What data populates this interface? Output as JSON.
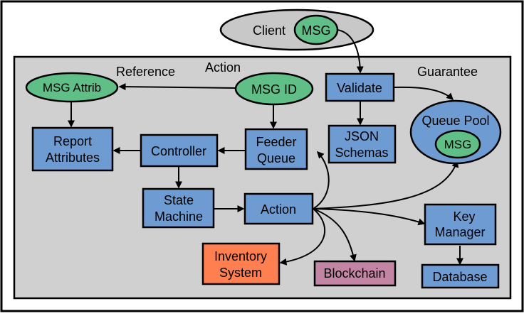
{
  "diagram": {
    "client": {
      "label": "Client",
      "msg": "MSG"
    },
    "group_labels": {
      "reference": "Reference",
      "action": "Action",
      "guarantee": "Guarantee"
    },
    "nodes": {
      "msg_attrib": "MSG Attrib",
      "msg_id": "MSG ID",
      "validate": "Validate",
      "report_attributes": [
        "Report",
        "Attributes"
      ],
      "controller": "Controller",
      "feeder_queue": [
        "Feeder",
        "Queue"
      ],
      "json_schemas": [
        "JSON",
        "Schemas"
      ],
      "queue_pool": {
        "label": "Queue Pool",
        "msg": "MSG"
      },
      "state_machine": [
        "State",
        "Machine"
      ],
      "action": "Action",
      "key_manager": [
        "Key",
        "Manager"
      ],
      "inventory_system": [
        "Inventory",
        "System"
      ],
      "blockchain": "Blockchain",
      "database": "Database"
    },
    "colors": {
      "box_fill": "#6e9bd1",
      "ellipse_fill": "#5fbf87",
      "client_fill": "#c8c8c8",
      "panel_fill": "#d0d0d0",
      "queue_pool_fill": "#6e9bd1",
      "inventory_fill": "#ff7f50",
      "blockchain_fill": "#c484a4"
    }
  }
}
